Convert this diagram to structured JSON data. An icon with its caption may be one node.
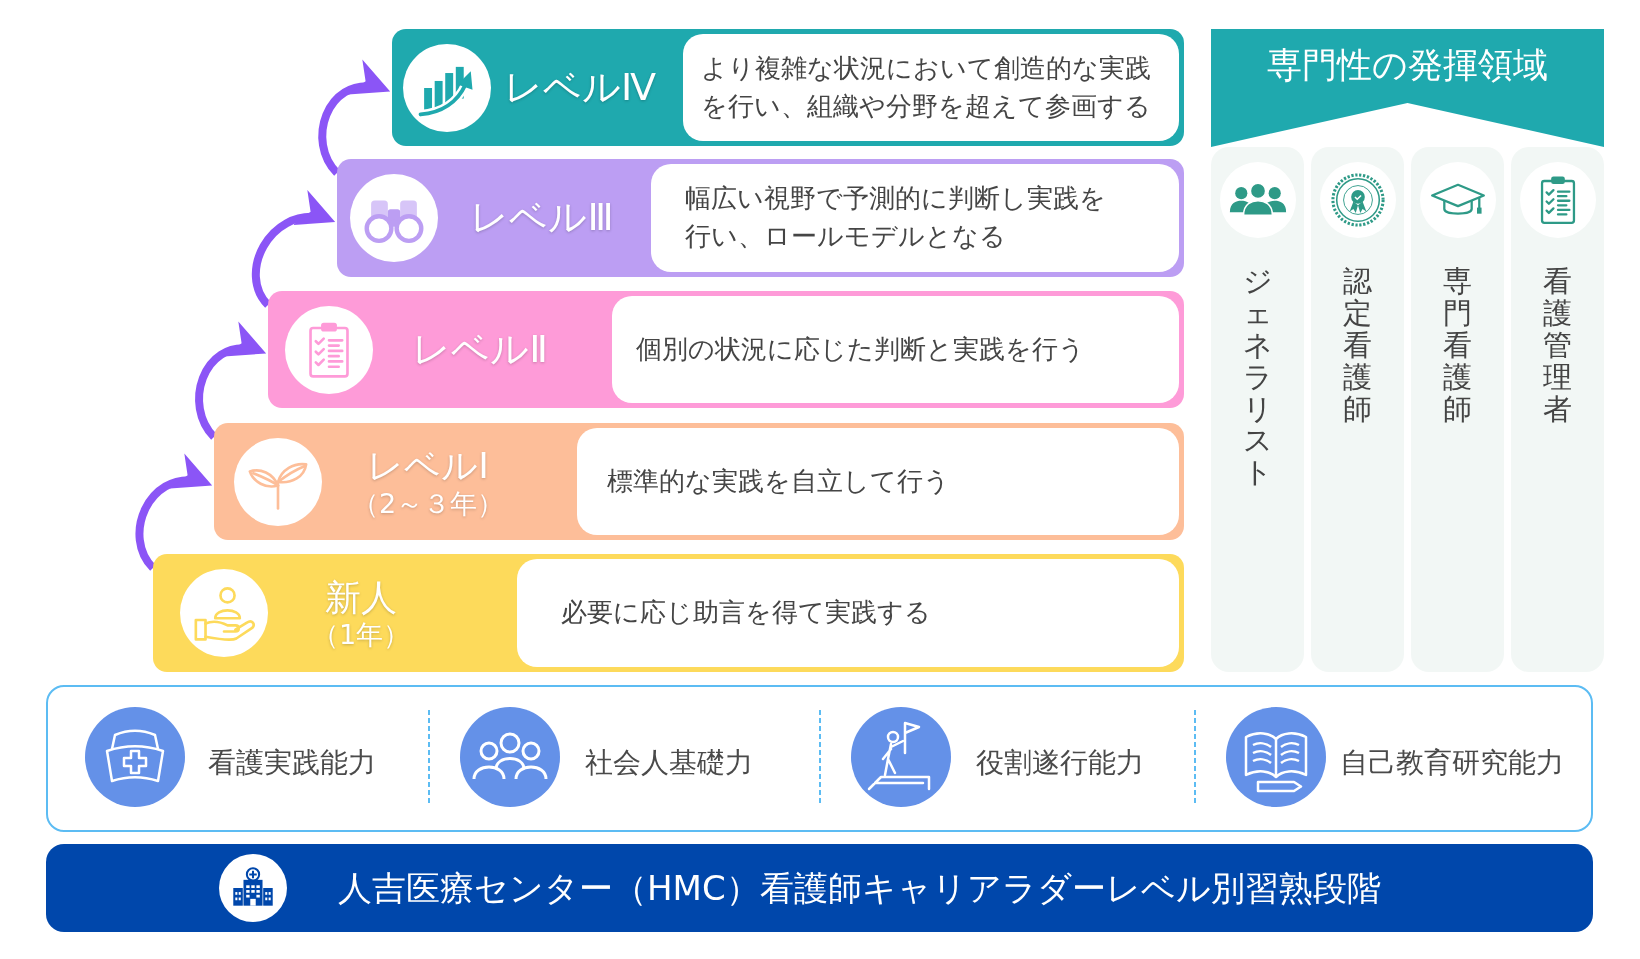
{
  "diagram": {
    "nodes": [
      {
        "text": [
          "レベルⅣ"
        ]
      },
      {
        "text": [
          "より複雑な状況において創造的な実践を行い、組織や分野を超えて参画する"
        ],
        "in": 0
      },
      {
        "text": [
          "レベルⅢ"
        ]
      },
      {
        "text": [
          "幅広い視野で予測的に判断し実践を行い、ロールモデルとなる"
        ],
        "in": 2
      },
      {
        "text": [
          "レベルⅡ"
        ]
      },
      {
        "text": [
          "個別の状況に応じた判断と実践を行う"
        ],
        "in": 4
      },
      {
        "text": [
          "レベルⅠ",
          "（2～３年）"
        ]
      },
      {
        "text": [
          "標準的な実践を自立して行う"
        ],
        "in": 6
      },
      {
        "text": [
          "新人",
          "（1年）"
        ]
      },
      {
        "text": [
          "必要に応じ助言を得て実践する"
        ],
        "in": 8
      },
      {
        "text": [
          "専門性の発揮領域"
        ]
      },
      {
        "text": [
          "ジェネラリスト"
        ]
      },
      {
        "text": [
          "認定看護師"
        ]
      },
      {
        "text": [
          "専門看護師"
        ]
      },
      {
        "text": [
          "看護管理者"
        ]
      },
      {
        "text": [
          "看護実践能力",
          "社会人基礎力",
          "役割遂行能力",
          "自己教育研究能力"
        ]
      },
      {
        "text": [
          "人吉医療センター（HMC）看護師キャリアラダーレベル別習熟段階"
        ]
      }
    ],
    "edges": [
      {
        "from": 8,
        "to": 6,
        "arrow": "to"
      },
      {
        "from": 6,
        "to": 4,
        "arrow": "to"
      },
      {
        "from": 4,
        "to": 2,
        "arrow": "to"
      },
      {
        "from": 2,
        "to": 0,
        "arrow": "to"
      }
    ]
  }
}
